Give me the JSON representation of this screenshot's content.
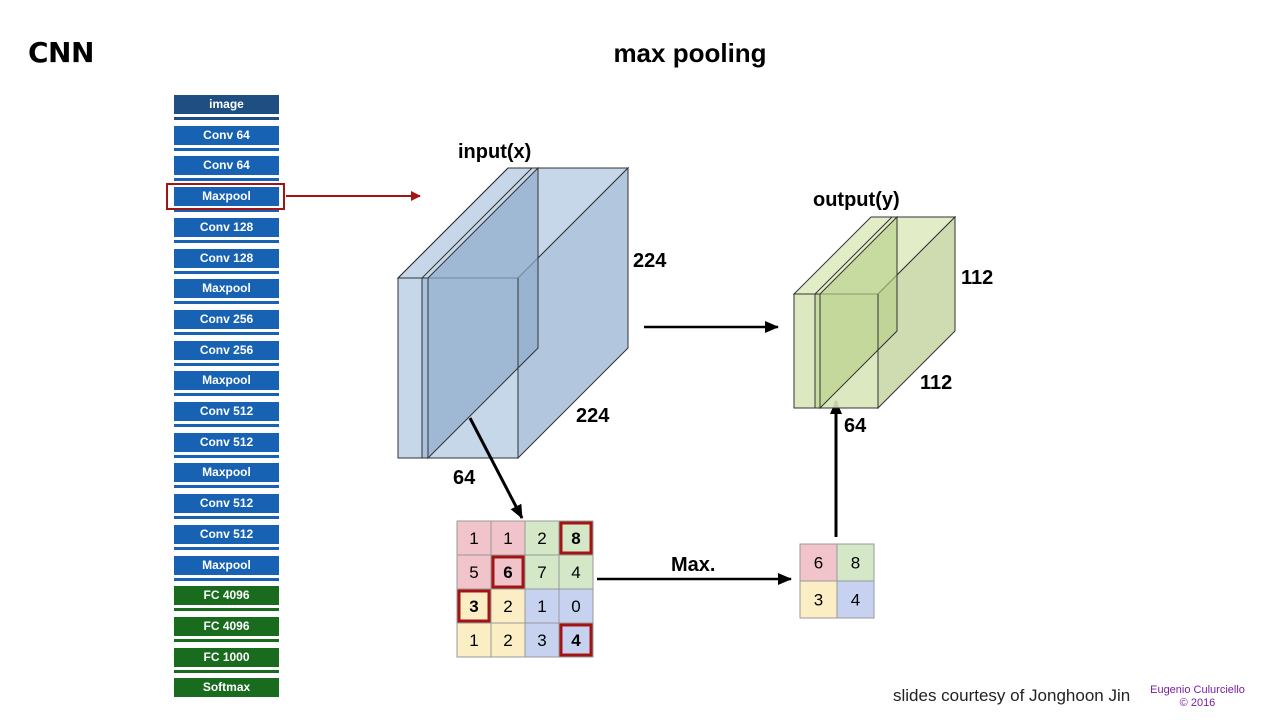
{
  "slide_title": "CNN",
  "heading": "max pooling",
  "layers": [
    {
      "label": "image",
      "kind": "input"
    },
    {
      "label": "Conv 64",
      "kind": "conv"
    },
    {
      "label": "Conv 64",
      "kind": "conv"
    },
    {
      "label": "Maxpool",
      "kind": "pool",
      "highlighted": true
    },
    {
      "label": "Conv 128",
      "kind": "conv"
    },
    {
      "label": "Conv 128",
      "kind": "conv"
    },
    {
      "label": "Maxpool",
      "kind": "pool"
    },
    {
      "label": "Conv 256",
      "kind": "conv"
    },
    {
      "label": "Conv 256",
      "kind": "conv"
    },
    {
      "label": "Maxpool",
      "kind": "pool"
    },
    {
      "label": "Conv 512",
      "kind": "conv"
    },
    {
      "label": "Conv 512",
      "kind": "conv"
    },
    {
      "label": "Maxpool",
      "kind": "pool"
    },
    {
      "label": "Conv 512",
      "kind": "conv"
    },
    {
      "label": "Conv 512",
      "kind": "conv"
    },
    {
      "label": "Maxpool",
      "kind": "pool"
    },
    {
      "label": "FC 4096",
      "kind": "fc"
    },
    {
      "label": "FC 4096",
      "kind": "fc"
    },
    {
      "label": "FC 1000",
      "kind": "fc"
    },
    {
      "label": "Softmax",
      "kind": "fc"
    }
  ],
  "colors": {
    "input_layer": "#1f4f82",
    "conv_layer": "#1762b3",
    "fc_layer": "#196b1e",
    "highlight": "#a31515",
    "input_volume": "#bcd0e6",
    "output_volume": "#d8e6b8",
    "cell_red": "#f1c3cb",
    "cell_green": "#d4e8c8",
    "cell_yellow": "#fbeec4",
    "cell_blue": "#c7d2f1"
  },
  "input_volume": {
    "label": "input(x)",
    "height": "224",
    "width": "224",
    "depth": "64"
  },
  "output_volume": {
    "label": "output(y)",
    "height": "112",
    "width": "112",
    "depth": "64"
  },
  "operation_label": "Max.",
  "input_grid": [
    [
      {
        "v": "1",
        "c": "red"
      },
      {
        "v": "1",
        "c": "red"
      },
      {
        "v": "2",
        "c": "green"
      },
      {
        "v": "8",
        "c": "green",
        "max": true
      }
    ],
    [
      {
        "v": "5",
        "c": "red"
      },
      {
        "v": "6",
        "c": "red",
        "max": true
      },
      {
        "v": "7",
        "c": "green"
      },
      {
        "v": "4",
        "c": "green"
      }
    ],
    [
      {
        "v": "3",
        "c": "yellow",
        "max": true
      },
      {
        "v": "2",
        "c": "yellow"
      },
      {
        "v": "1",
        "c": "blue"
      },
      {
        "v": "0",
        "c": "blue"
      }
    ],
    [
      {
        "v": "1",
        "c": "yellow"
      },
      {
        "v": "2",
        "c": "yellow"
      },
      {
        "v": "3",
        "c": "blue"
      },
      {
        "v": "4",
        "c": "blue",
        "max": true
      }
    ]
  ],
  "output_grid": [
    [
      {
        "v": "6",
        "c": "red"
      },
      {
        "v": "8",
        "c": "green"
      }
    ],
    [
      {
        "v": "3",
        "c": "yellow"
      },
      {
        "v": "4",
        "c": "blue"
      }
    ]
  ],
  "credit": "slides courtesy of Jonghoon Jin",
  "signature": {
    "line1": "Eugenio Culurciello",
    "line2": "© 2016"
  }
}
